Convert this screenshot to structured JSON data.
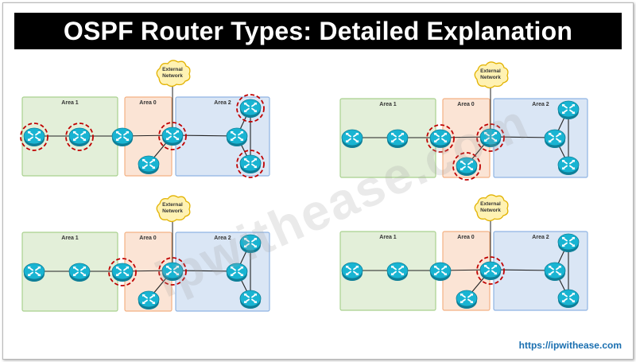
{
  "title": "OSPF Router Types: Detailed Explanation",
  "watermark": "ipwithease.com",
  "url": "https://ipwithease.com",
  "labels": {
    "area1": "Area 1",
    "area0": "Area 0",
    "area2": "Area 2",
    "external_line1": "External",
    "external_line2": "Network"
  },
  "colors": {
    "area1_fill": "#e3efd9",
    "area1_stroke": "#a9d18e",
    "area0_fill": "#fbe4d5",
    "area0_stroke": "#f4b183",
    "area2_fill": "#dae6f5",
    "area2_stroke": "#8fb4e3",
    "cloud_fill": "#fff2b3",
    "cloud_stroke": "#e2b200",
    "router": "#19b4d2",
    "highlight": "#c00000"
  },
  "panels": [
    {
      "id": "top-left",
      "highlighted": [
        "r1",
        "r2",
        "r4",
        "r7",
        "r8"
      ]
    },
    {
      "id": "top-right",
      "highlighted": [
        "r3",
        "r4",
        "r5"
      ]
    },
    {
      "id": "bottom-left",
      "highlighted": [
        "r3",
        "r4"
      ]
    },
    {
      "id": "bottom-right",
      "highlighted": [
        "r4"
      ]
    }
  ]
}
